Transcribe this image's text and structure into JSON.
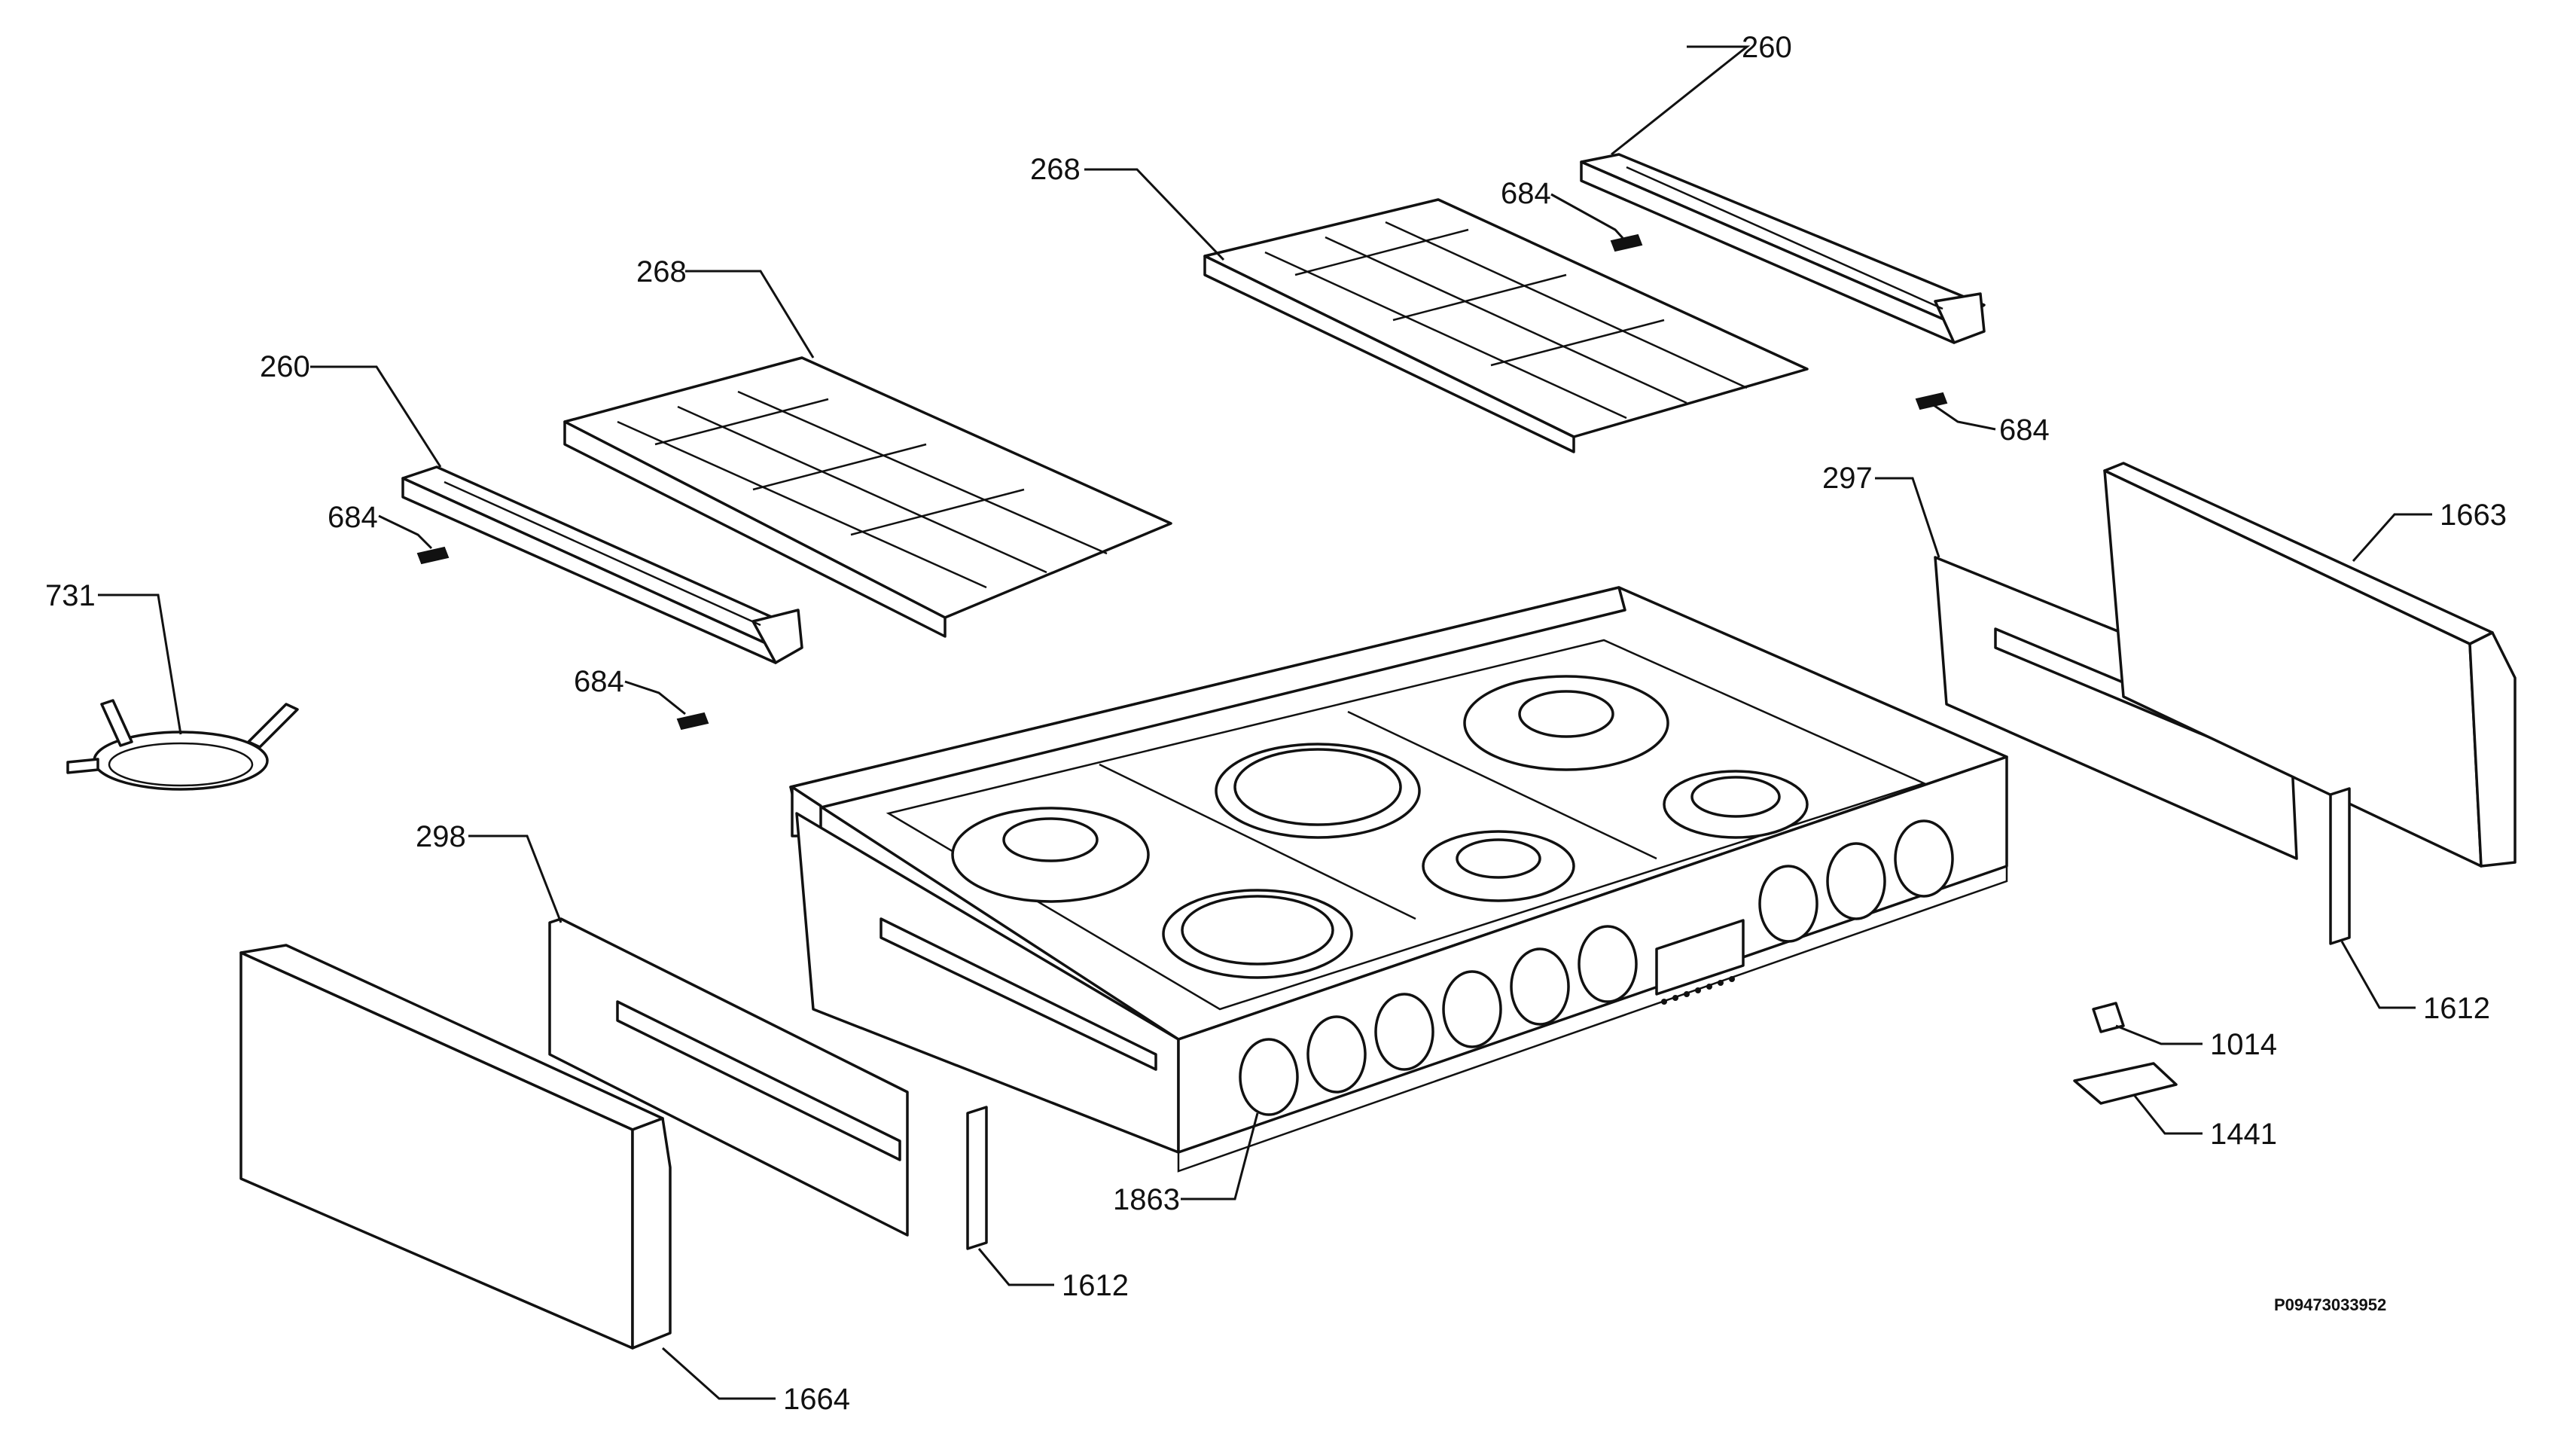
{
  "diagram": {
    "drawing_code": "P09473033952",
    "callouts": [
      {
        "id": "c260a",
        "label": "260"
      },
      {
        "id": "c268a",
        "label": "268"
      },
      {
        "id": "c684a",
        "label": "684"
      },
      {
        "id": "c684b",
        "label": "684"
      },
      {
        "id": "c268b",
        "label": "268"
      },
      {
        "id": "c260b",
        "label": "260"
      },
      {
        "id": "c684c",
        "label": "684"
      },
      {
        "id": "c684d",
        "label": "684"
      },
      {
        "id": "c731",
        "label": "731"
      },
      {
        "id": "c297",
        "label": "297"
      },
      {
        "id": "c1663",
        "label": "1663"
      },
      {
        "id": "c298",
        "label": "298"
      },
      {
        "id": "c1612a",
        "label": "1612"
      },
      {
        "id": "c1014",
        "label": "1014"
      },
      {
        "id": "c1441",
        "label": "1441"
      },
      {
        "id": "c1863",
        "label": "1863"
      },
      {
        "id": "c1612b",
        "label": "1612"
      },
      {
        "id": "c1664",
        "label": "1664"
      }
    ]
  }
}
